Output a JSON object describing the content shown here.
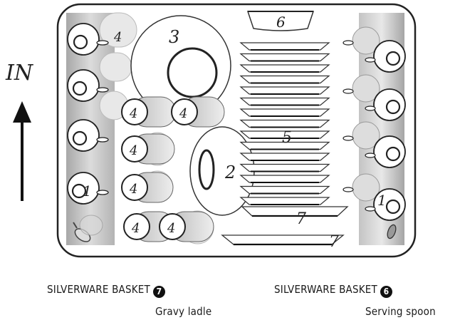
{
  "direction_label": "IN",
  "labels": {
    "basket_left": "SILVERWARE BASKET",
    "basket_left_num": "7",
    "basket_right": "SILVERWARE BASKET",
    "basket_right_num": "6",
    "gravy": "Gravy ladle",
    "spoon": "Serving spoon"
  },
  "markers": {
    "cups": "1",
    "glasses": "4",
    "plate_large": "3",
    "plate_medium": "2",
    "bowl": "6",
    "dishes": "5",
    "platter": "7"
  }
}
